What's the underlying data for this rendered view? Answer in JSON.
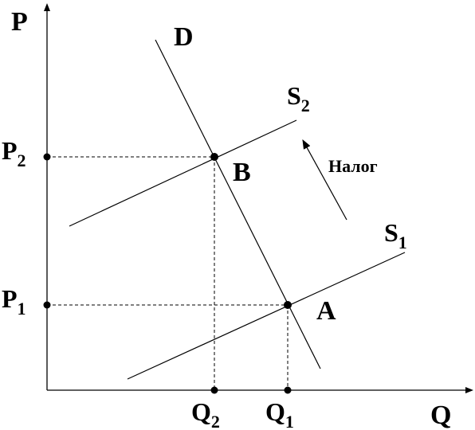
{
  "axes": {
    "y_label": "P",
    "x_label": "Q"
  },
  "curves": {
    "demand": {
      "label": "D"
    },
    "supply_1": {
      "label": "S",
      "subscript": "1"
    },
    "supply_2": {
      "label": "S",
      "subscript": "2"
    }
  },
  "points": {
    "a": {
      "label": "A"
    },
    "b": {
      "label": "B"
    }
  },
  "ticks": {
    "p1": {
      "label": "P",
      "subscript": "1"
    },
    "p2": {
      "label": "P",
      "subscript": "2"
    },
    "q1": {
      "label": "Q",
      "subscript": "1"
    },
    "q2": {
      "label": "Q",
      "subscript": "2"
    }
  },
  "annotation": {
    "tax_label": "Налог"
  },
  "colors": {
    "ink": "#000000",
    "background": "#ffffff"
  }
}
